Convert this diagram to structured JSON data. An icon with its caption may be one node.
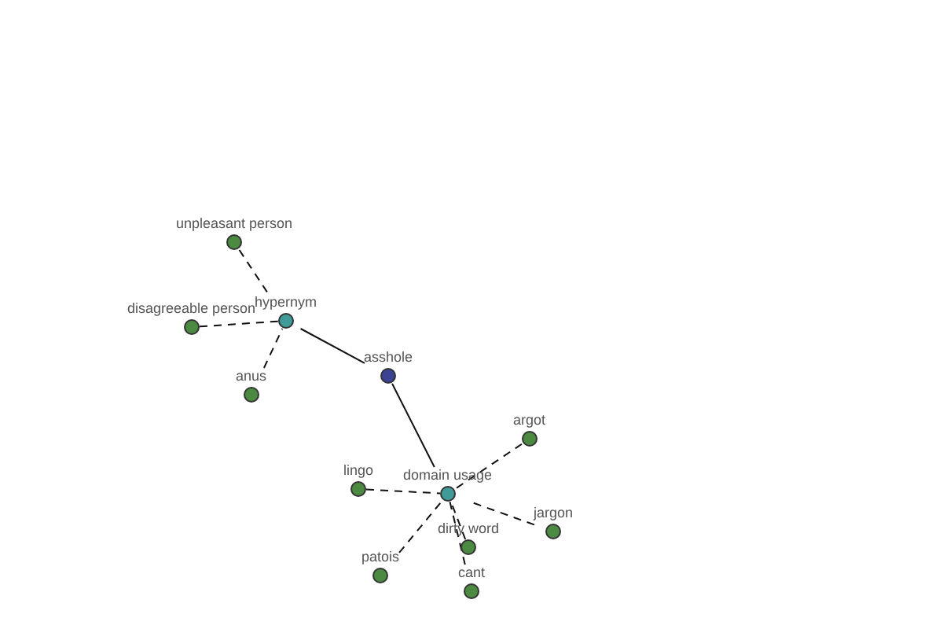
{
  "diagram": {
    "nodes": [
      {
        "text": [
          "unpleasant person"
        ]
      },
      {
        "text": [
          "hypernym"
        ]
      },
      {
        "text": [
          "disagreeable person"
        ]
      },
      {
        "text": [
          "asshole"
        ]
      },
      {
        "text": [
          "anus"
        ]
      },
      {
        "text": [
          "argot"
        ]
      },
      {
        "text": [
          "domain usage"
        ]
      },
      {
        "text": [
          "lingo"
        ]
      },
      {
        "text": [
          "jargon"
        ]
      },
      {
        "text": [
          "dirty word"
        ]
      },
      {
        "text": [
          "patois"
        ]
      },
      {
        "text": [
          "cant"
        ]
      }
    ],
    "edges": [
      {
        "from": 0,
        "to": 1,
        "arrow": "none",
        "style": "dashed"
      },
      {
        "from": 2,
        "to": 1,
        "arrow": "none",
        "style": "dashed"
      },
      {
        "from": 4,
        "to": 1,
        "arrow": "none",
        "style": "dashed"
      },
      {
        "from": 1,
        "to": 3,
        "arrow": "none"
      },
      {
        "from": 3,
        "to": 6,
        "arrow": "none"
      },
      {
        "from": 5,
        "to": 6,
        "arrow": "none",
        "style": "dashed"
      },
      {
        "from": 7,
        "to": 6,
        "arrow": "none",
        "style": "dashed"
      },
      {
        "from": 8,
        "to": 6,
        "arrow": "none",
        "style": "dashed"
      },
      {
        "from": 9,
        "to": 6,
        "arrow": "none",
        "style": "dashed"
      },
      {
        "from": 10,
        "to": 6,
        "arrow": "none",
        "style": "dashed"
      },
      {
        "from": 11,
        "to": 6,
        "arrow": "none",
        "style": "dashed"
      }
    ]
  }
}
